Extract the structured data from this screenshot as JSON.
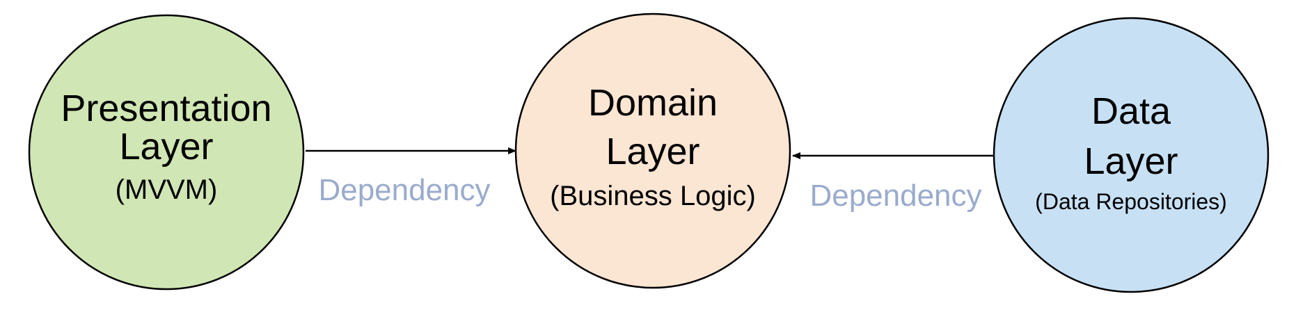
{
  "diagram": {
    "nodes": [
      {
        "id": "presentation",
        "title_line1": "Presentation",
        "title_line2": "Layer",
        "subtitle": "(MVVM)",
        "fill": "#d0e6b4"
      },
      {
        "id": "domain",
        "title_line1": "Domain",
        "title_line2": "Layer",
        "subtitle": "(Business Logic)",
        "fill": "#fbe5d3"
      },
      {
        "id": "data",
        "title_line1": "Data",
        "title_line2": "Layer",
        "subtitle": "(Data Repositories)",
        "fill": "#c7e0f4"
      }
    ],
    "edges": [
      {
        "from": "presentation",
        "to": "domain",
        "label": "Dependency"
      },
      {
        "from": "data",
        "to": "domain",
        "label": "Dependency"
      }
    ],
    "colors": {
      "outline": "#000000",
      "edge_label": "#9aabcc"
    }
  }
}
